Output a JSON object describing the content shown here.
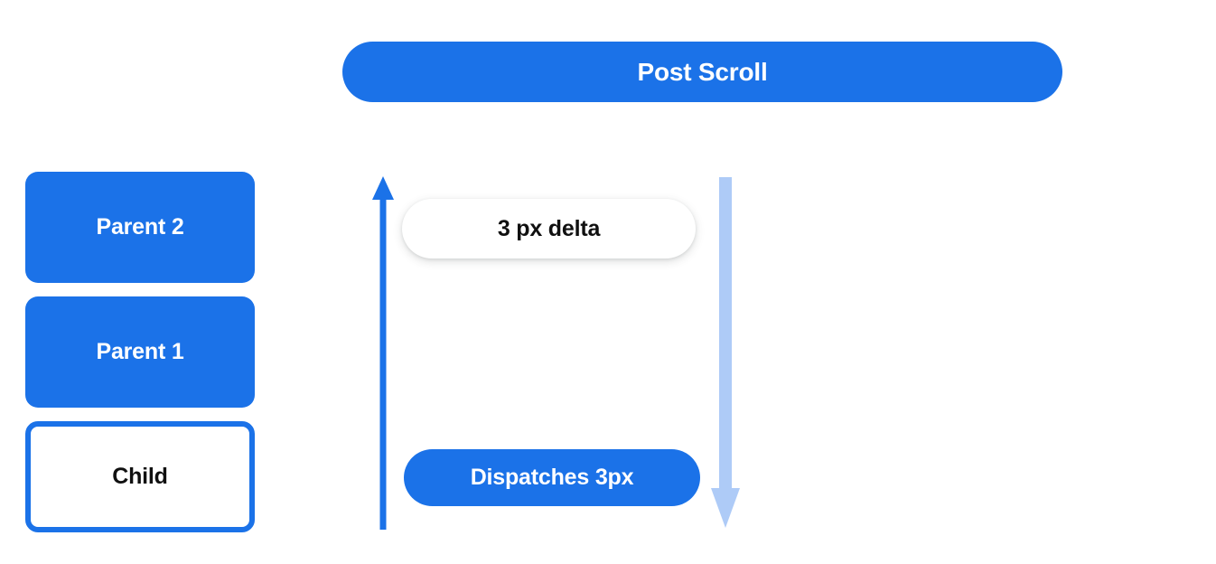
{
  "banner": {
    "label": "Post Scroll"
  },
  "hierarchy": {
    "boxes": [
      {
        "label": "Parent 2",
        "style": "filled"
      },
      {
        "label": "Parent 1",
        "style": "filled"
      },
      {
        "label": "Child",
        "style": "outlined"
      }
    ]
  },
  "flow": {
    "delta_pill": "3 px delta",
    "dispatch_pill": "Dispatches 3px",
    "up_arrow_name": "arrow-up-icon",
    "down_arrow_name": "arrow-down-icon"
  },
  "colors": {
    "brand_blue": "#1B72E8",
    "light_blue": "#AECBF7",
    "text_dark": "#101010",
    "text_light": "#FFFFFF",
    "background": "#FFFFFF"
  }
}
